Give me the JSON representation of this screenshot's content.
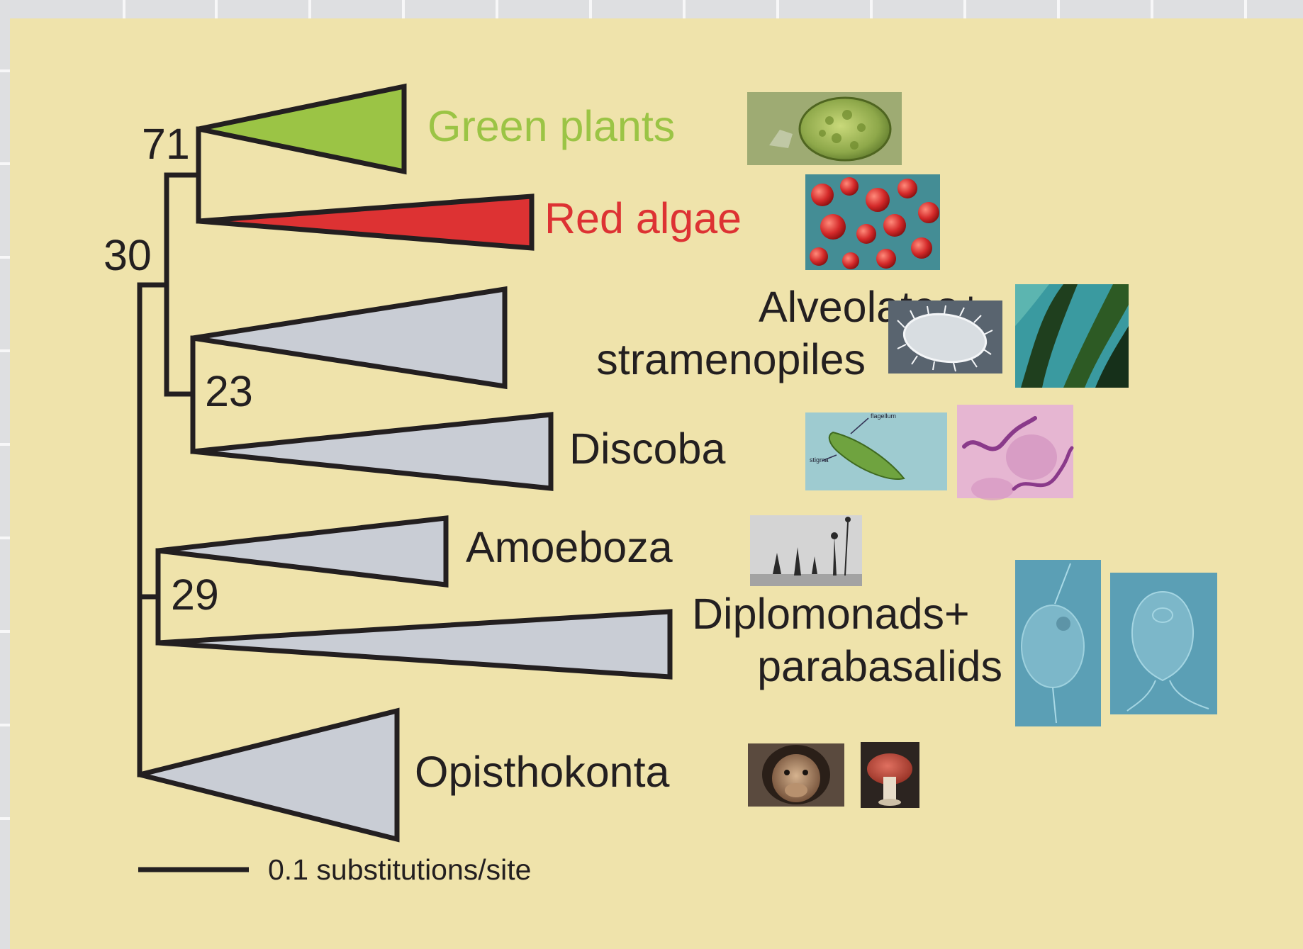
{
  "colors": {
    "panel": "#efe3ab",
    "frame": "#dedfe1",
    "line": "#231f20",
    "collapsed_clade": "#c9cdd5",
    "green": "#9bc445",
    "red": "#dd3233",
    "label_default": "#231f20"
  },
  "tree": {
    "clades": [
      {
        "id": "green-plants",
        "lines": [
          "Green plants"
        ],
        "color_key": "green",
        "fill_key": "green",
        "icons": [
          "green-alga-cell-photo"
        ]
      },
      {
        "id": "red-algae",
        "lines": [
          "Red algae"
        ],
        "color_key": "red",
        "fill_key": "red",
        "icons": [
          "red-algae-cells-photo"
        ]
      },
      {
        "id": "alveolates-stramenopiles",
        "lines": [
          "Alveolates+",
          "stramenopiles"
        ],
        "color_key": "label_default",
        "fill_key": "collapsed_clade",
        "icons": [
          "ciliate-photo",
          "kelp-photo"
        ]
      },
      {
        "id": "discoba",
        "lines": [
          "Discoba"
        ],
        "color_key": "label_default",
        "fill_key": "collapsed_clade",
        "icons": [
          "euglena-diagram-photo",
          "trypanosome-photo"
        ]
      },
      {
        "id": "amoebozoa",
        "lines": [
          "Amoeboza"
        ],
        "color_key": "label_default",
        "fill_key": "collapsed_clade",
        "icons": [
          "slime-mold-photo"
        ]
      },
      {
        "id": "diplomonads-parabasalids",
        "lines": [
          "Diplomonads+",
          "parabasalids"
        ],
        "color_key": "label_default",
        "fill_key": "collapsed_clade",
        "icons": [
          "trichomonas-photo",
          "giardia-photo"
        ]
      },
      {
        "id": "opisthokonta",
        "lines": [
          "Opisthokonta"
        ],
        "color_key": "label_default",
        "fill_key": "collapsed_clade",
        "icons": [
          "chimpanzee-photo",
          "mushroom-photo"
        ]
      }
    ],
    "support_values": [
      "71",
      "30",
      "23",
      "29"
    ],
    "micrograph_texts": {
      "flagellum": "flagellum",
      "stigma": "stigma"
    }
  },
  "scale_bar": {
    "label": "0.1 substitutions/site"
  }
}
